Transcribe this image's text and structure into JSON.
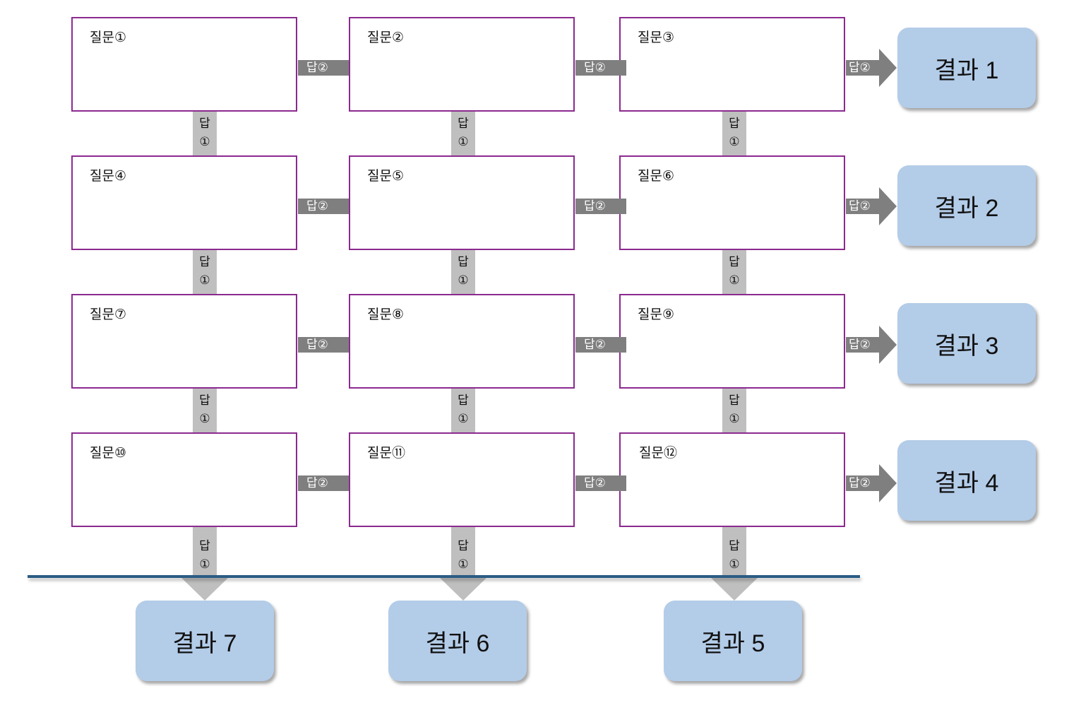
{
  "questions": [
    "질문①",
    "질문②",
    "질문③",
    "질문④",
    "질문⑤",
    "질문⑥",
    "질문⑦",
    "질문⑧",
    "질문⑨",
    "질문⑩",
    "질문⑪",
    "질문⑫"
  ],
  "answer_right": "답②",
  "answer_down_line1": "답",
  "answer_down_line2": "①",
  "results": {
    "r1": "결과 1",
    "r2": "결과 2",
    "r3": "결과 3",
    "r4": "결과 4",
    "r5": "결과 5",
    "r6": "결과 6",
    "r7": "결과 7"
  },
  "colors": {
    "question_border": "#8b2a8f",
    "answer_right_fill": "#7f7f7f",
    "answer_down_fill": "#bfbfbf",
    "result_fill": "#b3cce8",
    "divider": "#2b5c84"
  }
}
